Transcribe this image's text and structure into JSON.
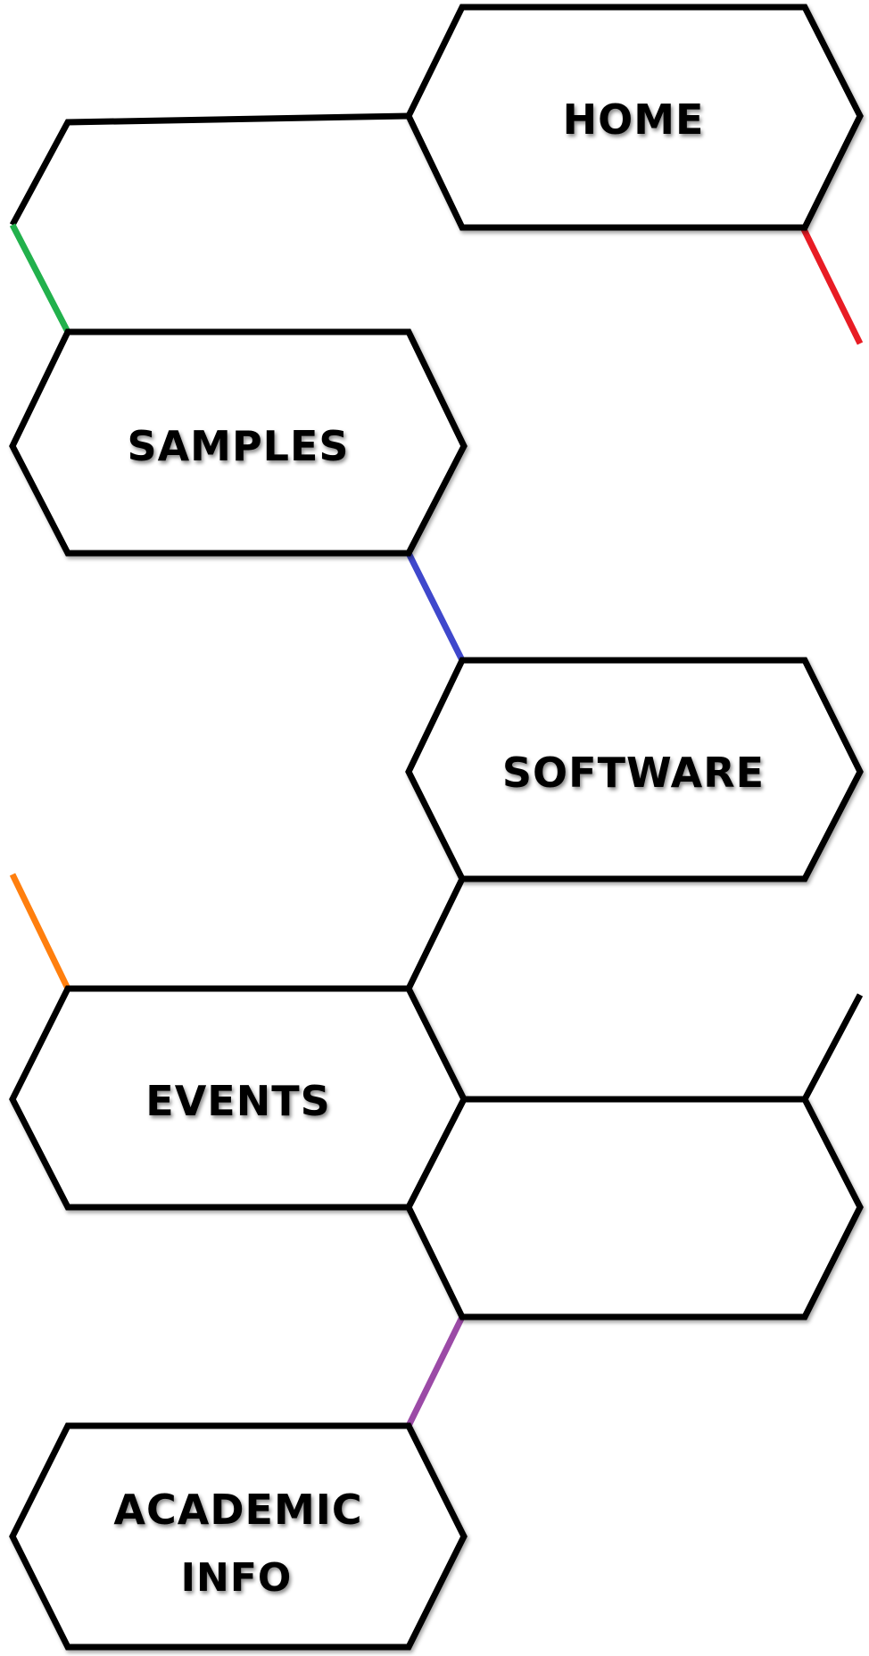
{
  "menu": {
    "home_label": "HOME",
    "samples_label": "SAMPLES",
    "software_label": "SOFTWARE",
    "events_label": "EVENTS",
    "academic_label_line1": "ACADEMIC",
    "academic_label_line2": "INFO"
  },
  "colors": {
    "outline": "#000000",
    "connector_red": "#e81c24",
    "connector_green": "#22b14c",
    "connector_blue": "#3f48cc",
    "connector_orange": "#ff7f0e",
    "connector_purple": "#9b4aa6"
  }
}
